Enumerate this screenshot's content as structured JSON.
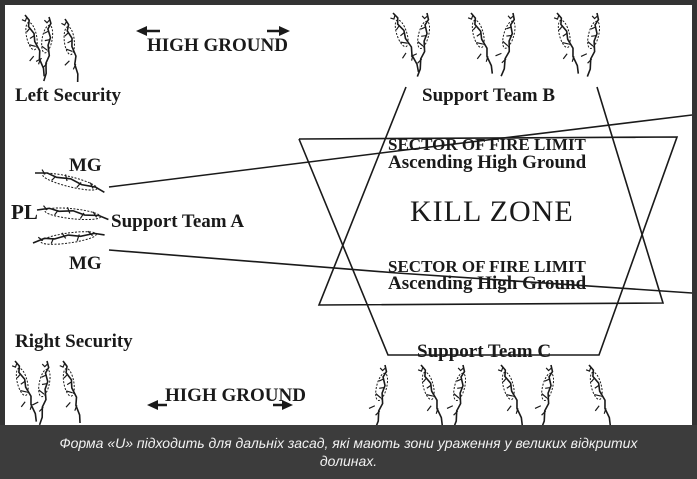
{
  "labels": {
    "high_ground_top": "HIGH GROUND",
    "high_ground_bottom": "HIGH GROUND",
    "left_security": "Left Security",
    "right_security": "Right Security",
    "support_team_a": "Support Team A",
    "support_team_b": "Support Team B",
    "support_team_c": "Support Team C",
    "mg_top": "MG",
    "mg_bottom": "MG",
    "pl": "PL",
    "sector_upper_1": "SECTOR OF FIRE LIMIT",
    "sector_upper_2": "Ascending High Ground",
    "sector_lower_1": "SECTOR OF FIRE LIMIT",
    "sector_lower_2": "Ascending High Ground",
    "kill_zone": "KILL  ZONE"
  },
  "caption": "Форма «U» підходить для дальніх засад, які мають зони ураження у великих відкритих долинах.",
  "icons": [
    "soldier-figure-icon",
    "arrow-left-icon",
    "arrow-right-icon"
  ],
  "colors": {
    "ink": "#1a1a1a",
    "caption_bg": "#3c3c3c",
    "caption_text": "#f2f2f2"
  }
}
